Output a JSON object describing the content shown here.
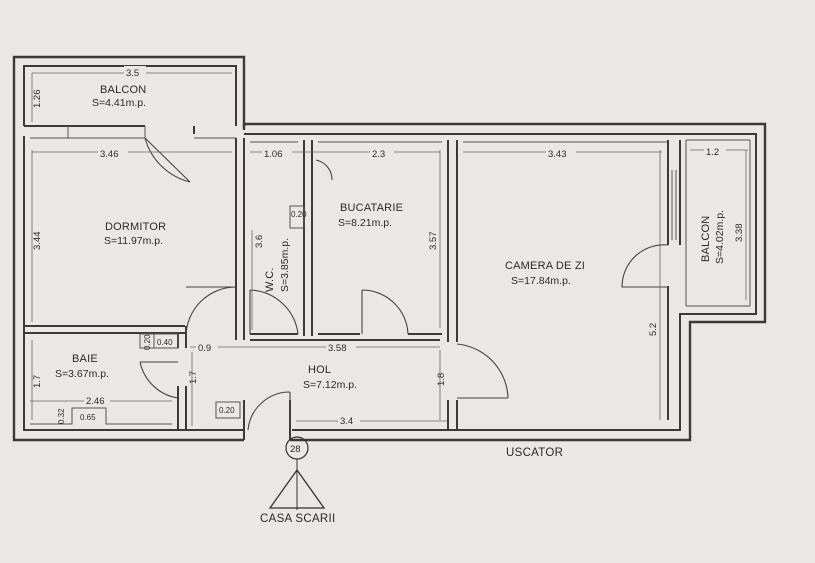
{
  "rooms": {
    "balcon_top": {
      "name": "BALCON",
      "area": "S=4.41m.p."
    },
    "dormitor": {
      "name": "DORMITOR",
      "area": "S=11.97m.p."
    },
    "bucatarie": {
      "name": "BUCATARIE",
      "area": "S=8.21m.p."
    },
    "wc": {
      "name": "W.C.",
      "area": "S=3.85m.p."
    },
    "camera_de_zi": {
      "name": "CAMERA DE ZI",
      "area": "S=17.84m.p."
    },
    "balcon_right": {
      "name": "BALCON",
      "area": "S=4.02m.p."
    },
    "baie": {
      "name": "BAIE",
      "area": "S=3.67m.p."
    },
    "hol": {
      "name": "HOL",
      "area": "S=7.12m.p."
    }
  },
  "dimensions": {
    "balcon_top_width": "3.5",
    "balcon_top_depth": "1.26",
    "dormitor_width": "3.46",
    "dormitor_depth": "3.44",
    "wc_width": "1.06",
    "bucatarie_width": "2.3",
    "bucatarie_depth": "3.57",
    "wc_depth": "3.6",
    "wc_duct": "0.20",
    "camera_width": "3.43",
    "camera_depth": "5.2",
    "balcon_right_width": "1.2",
    "balcon_right_depth": "3.38",
    "baie_duct": "0.20",
    "baie_duct_2": "0.40",
    "hol_left": "0.9",
    "hol_width": "3.58",
    "baie_depth": "1.7",
    "baie_width": "2.46",
    "baie_small_1": "0.32",
    "baie_small_2": "0.65",
    "hol_depth_left": "1.7",
    "hol_duct": "0.20",
    "hol_bottom": "3.4",
    "hol_door": "1.8"
  },
  "annotations": {
    "apartment_number": "28",
    "uscator": "USCATOR",
    "casa_scarii": "CASA SCARII"
  },
  "colors": {
    "paper": "#e9e8e6",
    "ink": "#3a3a3a"
  }
}
